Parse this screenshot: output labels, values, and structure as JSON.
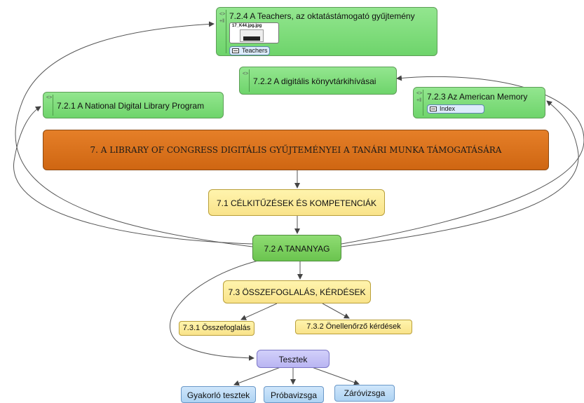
{
  "nodes": {
    "n724": {
      "label": "7.2.4  A Teachers, az oktatástámogató gyűjtemény",
      "image_name": "17_K44.jpg.jpg",
      "attachment": "Teachers"
    },
    "n722": {
      "label": "7.2.2  A digitális könyvtárkihívásai"
    },
    "n721": {
      "label": "7.2.1  A National Digital Library Program"
    },
    "n723": {
      "label": "7.2.3  Az American Memory",
      "attachment": "Index"
    },
    "main": {
      "label": "7. A LIBRARY OF CONGRESS DIGITÁLIS GYŰJTEMÉNYEI A TANÁRI MUNKA TÁMOGATÁSÁRA"
    },
    "n71": {
      "label": "7.1  CÉLKITŰZÉSEK ÉS KOMPETENCIÁK"
    },
    "n72": {
      "label": "7.2  A TANANYAG"
    },
    "n73": {
      "label": "7.3  ÖSSZEFOGLALÁS, KÉRDÉSEK"
    },
    "n731": {
      "label": "7.3.1  Összefoglalás"
    },
    "n732": {
      "label": "7.3.2  Önellenőrző kérdések"
    },
    "tesztek": {
      "label": "Tesztek"
    },
    "gyakorlo": {
      "label": "Gyakorló tesztek"
    },
    "proba": {
      "label": "Próbavizsga"
    },
    "zaro": {
      "label": "Záróvizsga"
    }
  },
  "colors": {
    "topic_green": "#7ed879",
    "center_green": "#77cc55",
    "yellow": "#fbe894",
    "orange": "#d96f1c",
    "purple": "#c4c1f6",
    "blue": "#bcdcf7",
    "connector": "#555555"
  }
}
